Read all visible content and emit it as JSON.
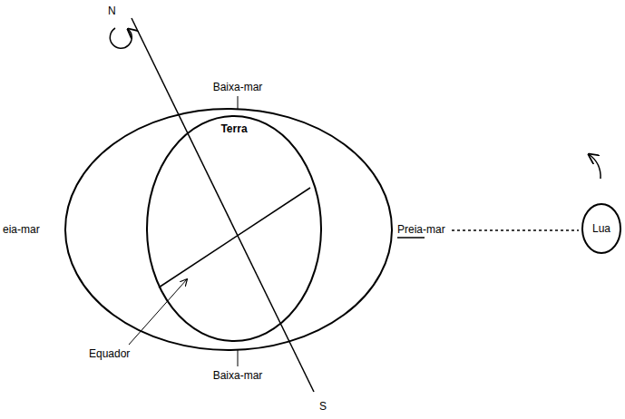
{
  "diagram": {
    "nodes": [
      {
        "text": [
          "Terra"
        ]
      },
      {
        "text": [
          "Lua"
        ]
      }
    ],
    "labels": [
      "N",
      "Baixa-mar",
      "eia-mar",
      "Preia-mar",
      "Equador",
      "Baixa-mar",
      "S"
    ]
  }
}
